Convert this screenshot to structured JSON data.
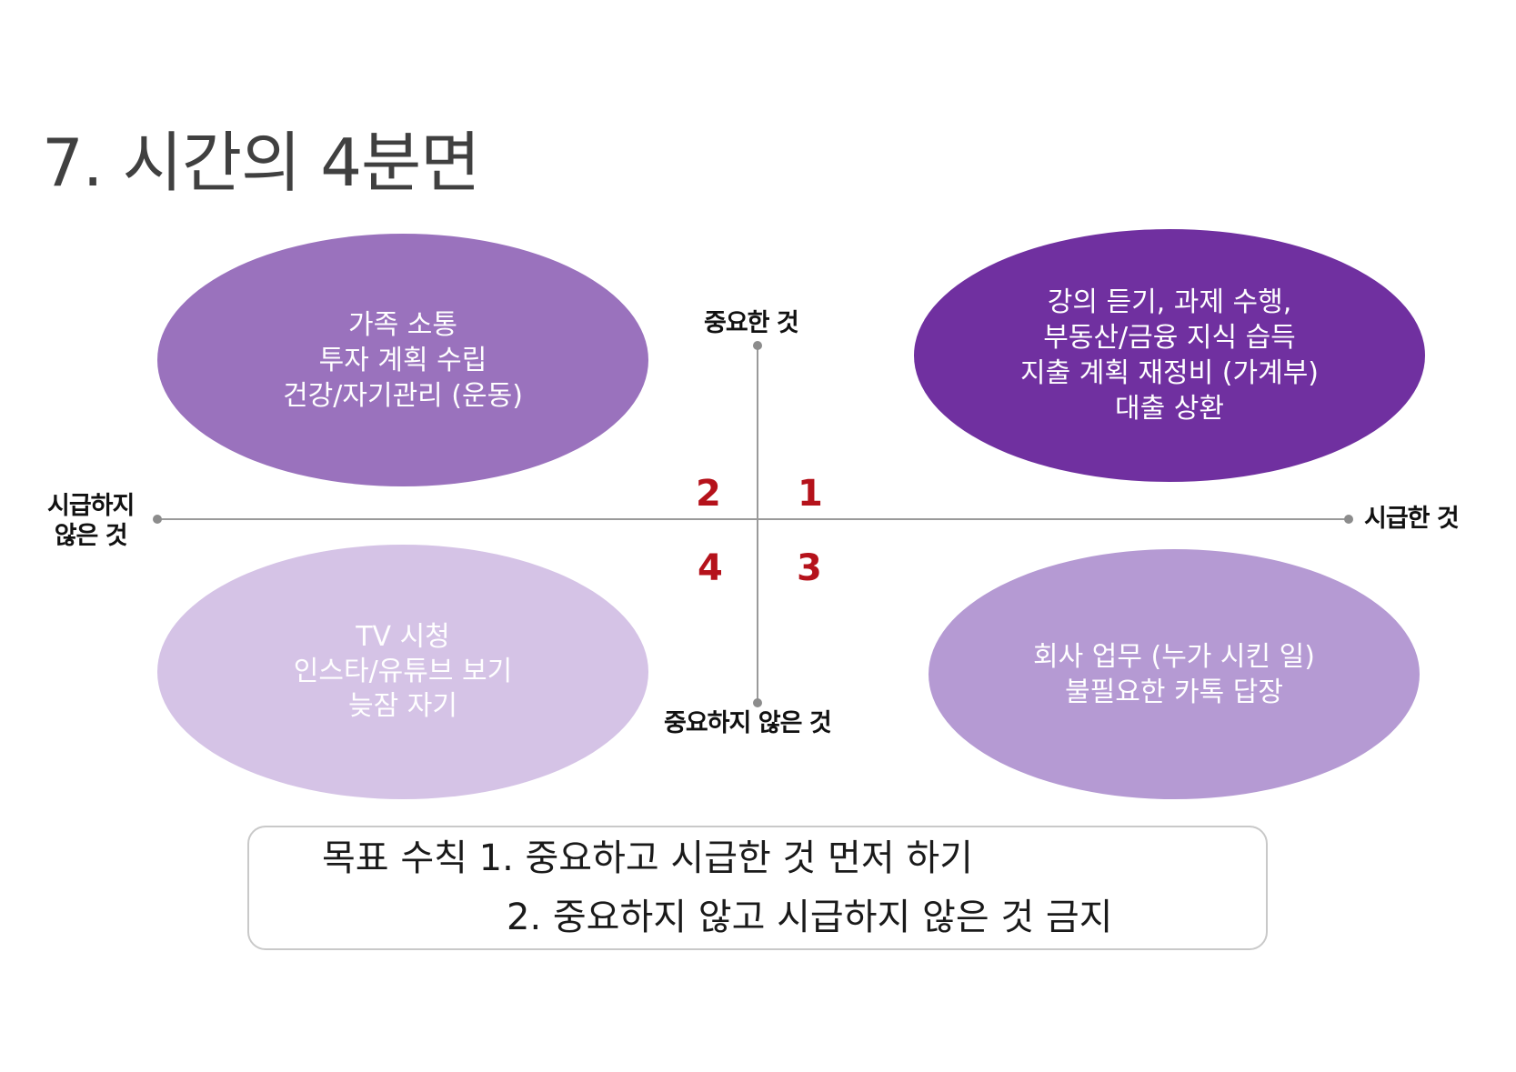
{
  "title": "7. 시간의 4분면",
  "axes": {
    "top_label": "중요한 것",
    "bottom_label": "중요하지 않은 것",
    "left_label": [
      "시급하지",
      "않은 것"
    ],
    "right_label": "시급한 것",
    "line_color": "#9a9a9a"
  },
  "quadrants": {
    "q1": {
      "number": "1",
      "color": "#7030a0",
      "text_color": "#ffffff",
      "lines": [
        "강의 듣기, 과제 수행,",
        "부동산/금융 지식 습득",
        "지출 계획 재정비 (가계부)",
        "대출 상환"
      ]
    },
    "q2": {
      "number": "2",
      "color": "#9a72bd",
      "text_color": "#ffffff",
      "lines": [
        "가족 소통",
        "투자 계획 수립",
        "건강/자기관리 (운동)"
      ]
    },
    "q3": {
      "number": "3",
      "color": "#b59ad3",
      "text_color": "#ffffff",
      "lines": [
        "회사 업무 (누가 시킨 일)",
        "불필요한 카톡 답장"
      ]
    },
    "q4": {
      "number": "4",
      "color": "#d5c3e6",
      "text_color": "#ffffff",
      "lines": [
        "TV 시청",
        "인스타/유튜브 보기",
        "늦잠 자기"
      ]
    }
  },
  "number_color": "#b5121b",
  "goal": {
    "line1": "목표 수칙 1. 중요하고 시급한 것 먼저 하기",
    "line2": "2. 중요하지 않고 시급하지 않은 것 금지"
  }
}
